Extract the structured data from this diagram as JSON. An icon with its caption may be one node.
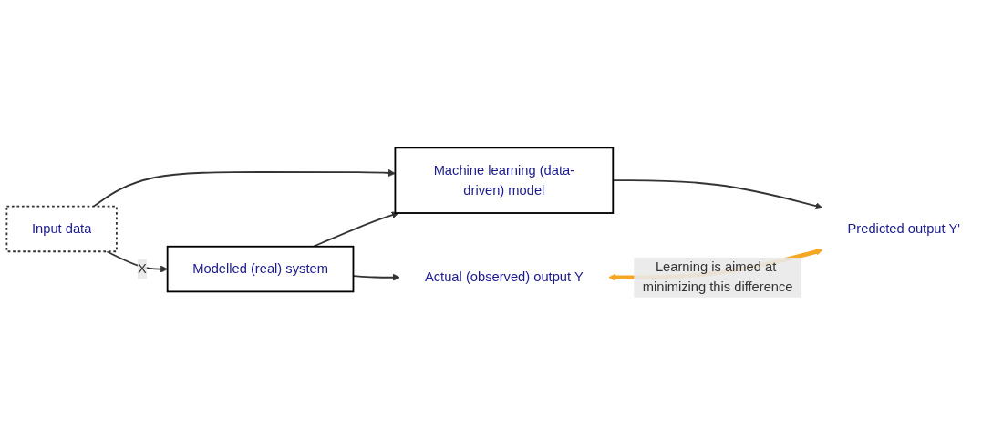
{
  "diagram": {
    "nodes": [
      {
        "text": [
          "Input data"
        ]
      },
      {
        "text": [
          "Modelled (real) system"
        ]
      },
      {
        "text": [
          "Machine learning (data-driven) model"
        ]
      },
      {
        "text": [
          "Actual (observed) output Y"
        ]
      },
      {
        "text": [
          "Predicted output Y'"
        ]
      }
    ],
    "edges": [
      {
        "from": 0,
        "to": 1,
        "arrow": "to",
        "label": "X"
      },
      {
        "from": 0,
        "to": 2,
        "arrow": "to"
      },
      {
        "from": 1,
        "to": 3,
        "arrow": "to"
      },
      {
        "from": 1,
        "to": 2,
        "arrow": "to"
      },
      {
        "from": 2,
        "to": 4,
        "arrow": "to"
      },
      {
        "from": 3,
        "to": 4,
        "arrow": "both",
        "label": "Learning is aimed at minimizing this difference",
        "style": "thick",
        "color": "#f5a623"
      }
    ]
  }
}
